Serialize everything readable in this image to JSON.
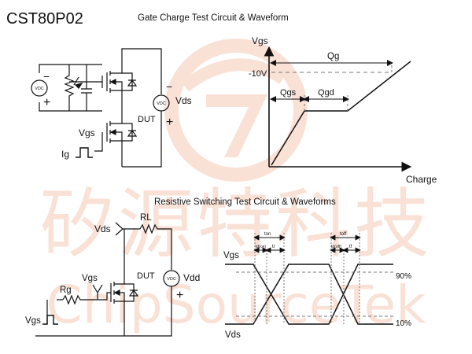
{
  "part_number": "CST80P02",
  "watermark": {
    "chinese": "矽源特科技",
    "latin": "ChipSourceTek",
    "color": "#f6c9b6"
  },
  "gate_charge": {
    "title": "Gate Charge Test Circuit & Waveform",
    "circuit": {
      "source_left_label": "VDC",
      "source_right_label": "VDC",
      "vds_label": "Vds",
      "vgs_label": "Vgs",
      "ig_label": "Ig",
      "dut_label": "DUT",
      "minus": "−",
      "plus": "+"
    },
    "waveform": {
      "y_label": "Vgs",
      "x_label": "Charge",
      "level_label": "-10V",
      "qg_label": "Qg",
      "qgs_label": "Qgs",
      "qgd_label": "Qgd"
    }
  },
  "switching": {
    "title": "Resistive Switching Test Circuit & Waveforms",
    "circuit": {
      "vds_label": "Vds",
      "rl_label": "RL",
      "dut_label": "DUT",
      "vgs_label": "Vgs",
      "rg_label": "Rg",
      "vdd_label": "Vdd",
      "source_label": "VDC",
      "vgs_source_label": "Vgs",
      "plus": "+"
    },
    "waveform": {
      "vgs_label": "Vgs",
      "vds_label": "Vds",
      "pct_90": "90%",
      "pct_10": "10%",
      "t_on": "ton",
      "t_off": "toff",
      "td_on": "td(on)",
      "tr": "tr",
      "td_off": "td(off)",
      "tf": "tf"
    }
  },
  "colors": {
    "ink": "#111111",
    "dash": "#777777"
  }
}
